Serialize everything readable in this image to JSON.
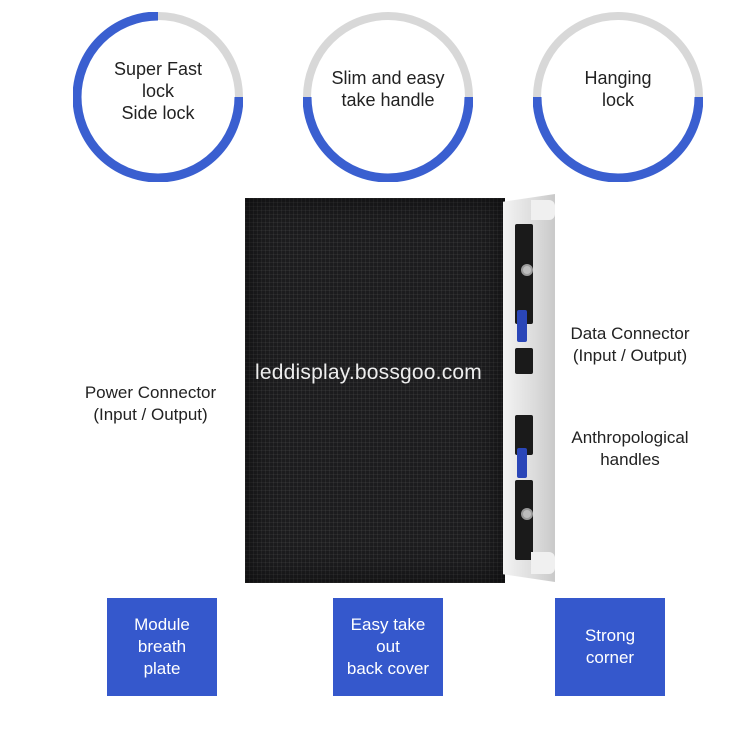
{
  "features_top": [
    {
      "lines": [
        "Super Fast",
        "lock",
        "Side lock"
      ]
    },
    {
      "lines": [
        "Slim and easy",
        "take handle"
      ]
    },
    {
      "lines": [
        "Hanging",
        "lock"
      ]
    }
  ],
  "watermark": "leddisplay.bossgoo.com",
  "labels": {
    "power": [
      "Power Connector",
      "(Input / Output)"
    ],
    "data": [
      "Data Connector",
      "(Input / Output)"
    ],
    "handles": [
      "Anthropological",
      "handles"
    ]
  },
  "features_bottom": [
    {
      "lines": [
        "Module",
        "breath",
        "plate"
      ]
    },
    {
      "lines": [
        "Easy take",
        "out",
        "back cover"
      ]
    },
    {
      "lines": [
        "Strong",
        "corner"
      ]
    }
  ],
  "colors": {
    "accent": "#3558cc",
    "ring_base": "#d8d8d8",
    "panel": "#1c1c1e"
  }
}
